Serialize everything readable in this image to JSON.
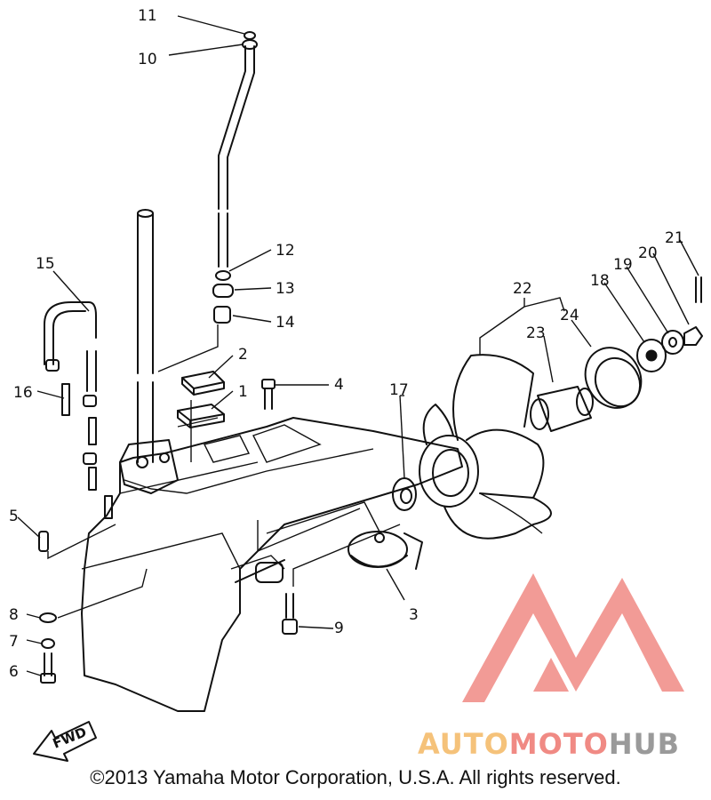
{
  "callouts": [
    {
      "id": "1",
      "label": "1"
    },
    {
      "id": "2",
      "label": "2"
    },
    {
      "id": "3",
      "label": "3"
    },
    {
      "id": "4",
      "label": "4"
    },
    {
      "id": "5",
      "label": "5"
    },
    {
      "id": "6",
      "label": "6"
    },
    {
      "id": "7",
      "label": "7"
    },
    {
      "id": "8",
      "label": "8"
    },
    {
      "id": "9",
      "label": "9"
    },
    {
      "id": "10",
      "label": "10"
    },
    {
      "id": "11",
      "label": "11"
    },
    {
      "id": "12",
      "label": "12"
    },
    {
      "id": "13",
      "label": "13"
    },
    {
      "id": "14",
      "label": "14"
    },
    {
      "id": "15",
      "label": "15"
    },
    {
      "id": "16",
      "label": "16"
    },
    {
      "id": "17",
      "label": "17"
    },
    {
      "id": "18",
      "label": "18"
    },
    {
      "id": "19",
      "label": "19"
    },
    {
      "id": "20",
      "label": "20"
    },
    {
      "id": "21",
      "label": "21"
    },
    {
      "id": "22",
      "label": "22"
    },
    {
      "id": "23",
      "label": "23"
    },
    {
      "id": "24",
      "label": "24"
    }
  ],
  "fwd_label": "FWD",
  "watermark": {
    "part1": "AUTO",
    "part2": "MOTO",
    "part3": "HUB",
    "colors": {
      "auto": "#f5c27a",
      "moto": "#f08a84",
      "hub": "#9a9a9a",
      "logo": "#f08a84"
    }
  },
  "copyright": "©2013 Yamaha Motor Corporation, U.S.A. All rights reserved."
}
